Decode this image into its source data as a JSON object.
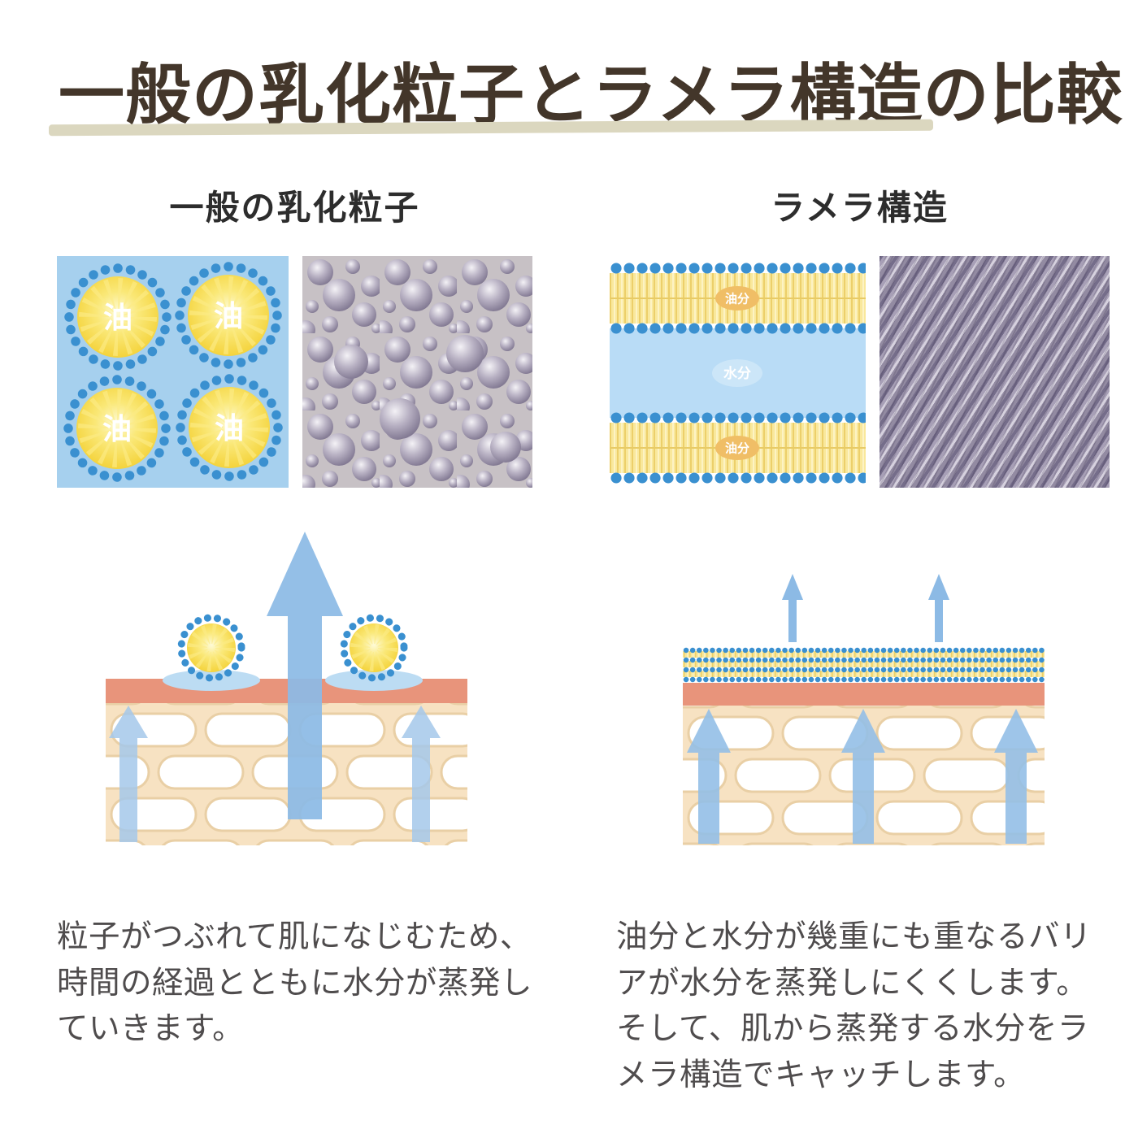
{
  "title": "一般の乳化粒子とラメラ構造の比較",
  "columns": {
    "left": {
      "heading": "一般の乳化粒子",
      "particle_oil_label": "油",
      "caption": "粒子がつぶれて肌になじむため、時間の経過とともに水分が蒸発していきます。"
    },
    "right": {
      "heading": "ラメラ構造",
      "oil_layer_label": "油分",
      "water_layer_label": "水分",
      "caption": "油分と水分が幾重にも重なるバリアが水分を蒸発しにくくします。そして、肌から蒸発する水分をラメラ構造でキャッチします。"
    }
  },
  "colors": {
    "title_text": "#43362a",
    "title_underline": "#dbd7bf",
    "emulsion_background": "#a6d0ee",
    "surfactant_dot": "#3a90d0",
    "oil_yellow": "#f8e160",
    "water_blue": "#b9dcf6",
    "skin_surface_salmon": "#e8947b",
    "skin_tissue_beige": "#f7e2c2",
    "arrow_blue": "#8cbae5",
    "caption_text": "#4f4c4d"
  }
}
